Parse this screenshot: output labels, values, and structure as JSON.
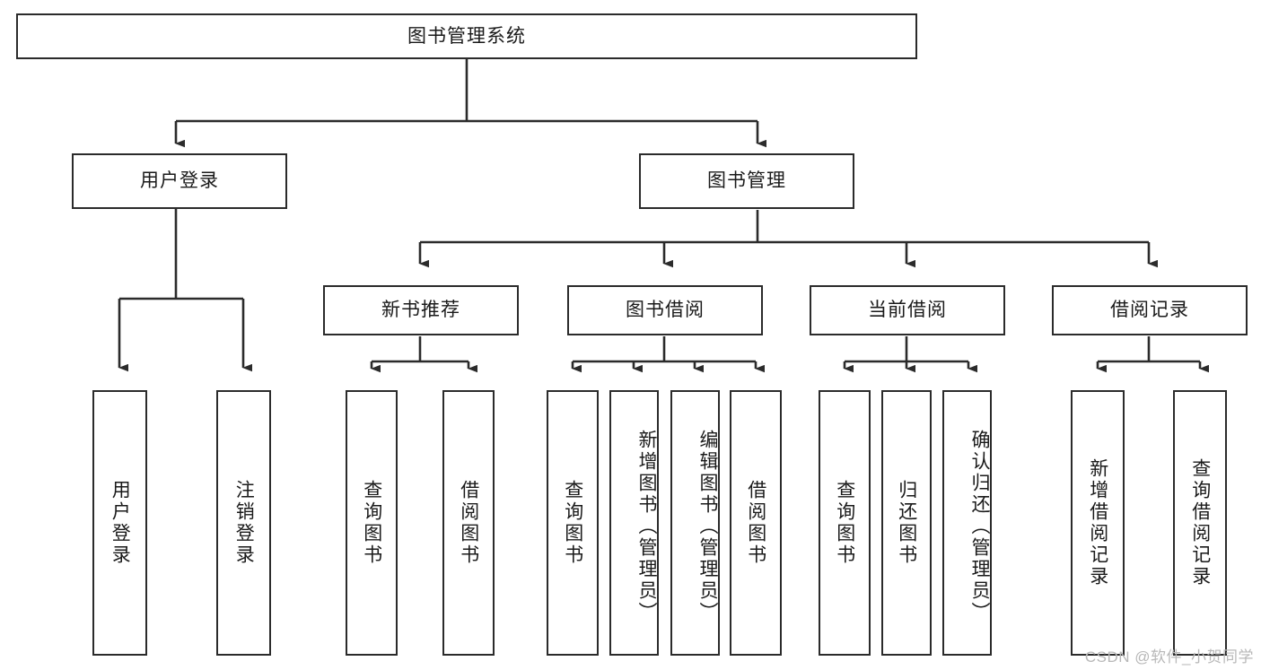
{
  "diagram": {
    "type": "tree-hierarchy-flowchart",
    "title": "图书管理系统",
    "root": {
      "label": "图书管理系统"
    },
    "level1": [
      {
        "id": "user-login",
        "label": "用户登录"
      },
      {
        "id": "book-management",
        "label": "图书管理"
      }
    ],
    "level2": [
      {
        "id": "new-book-recommend",
        "label": "新书推荐",
        "parent": "book-management"
      },
      {
        "id": "book-borrow",
        "label": "图书借阅",
        "parent": "book-management"
      },
      {
        "id": "current-borrow",
        "label": "当前借阅",
        "parent": "book-management"
      },
      {
        "id": "borrow-record",
        "label": "借阅记录",
        "parent": "book-management"
      }
    ],
    "leaves": {
      "user_login": [
        {
          "id": "leaf-user-login",
          "label": "用户登录"
        },
        {
          "id": "leaf-logout-login",
          "label": "注销登录"
        }
      ],
      "new_book_recommend": [
        {
          "id": "leaf-query-book-1",
          "label": "查询图书"
        },
        {
          "id": "leaf-borrow-book-1",
          "label": "借阅图书"
        }
      ],
      "book_borrow": [
        {
          "id": "leaf-query-book-2",
          "label": "查询图书"
        },
        {
          "id": "leaf-add-book",
          "label": "新增图书（管理员）"
        },
        {
          "id": "leaf-edit-book",
          "label": "编辑图书（管理员）"
        },
        {
          "id": "leaf-borrow-book-2",
          "label": "借阅图书"
        }
      ],
      "current_borrow": [
        {
          "id": "leaf-query-book-3",
          "label": "查询图书"
        },
        {
          "id": "leaf-return-book",
          "label": "归还图书"
        },
        {
          "id": "leaf-confirm-return",
          "label": "确认归还（管理员）"
        }
      ],
      "borrow_record": [
        {
          "id": "leaf-add-record",
          "label": "新增借阅记录"
        },
        {
          "id": "leaf-query-record",
          "label": "查询借阅记录"
        }
      ]
    },
    "colors": {
      "stroke": "#2b2b2b",
      "fill": "#ffffff",
      "text": "#1a1a1a",
      "watermark": "#b8b8b8"
    }
  },
  "watermark": {
    "text": "CSDN @软件_小贺同学"
  }
}
